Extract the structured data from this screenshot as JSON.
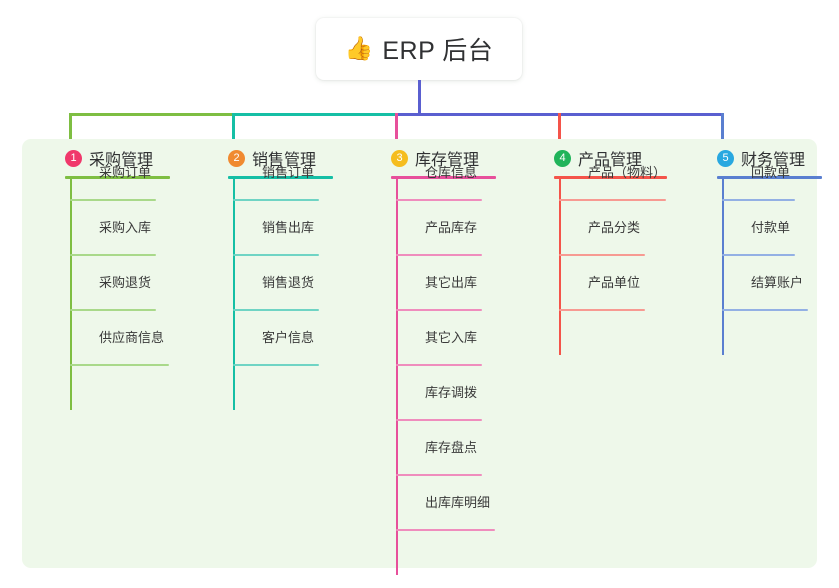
{
  "root": {
    "icon": "thumbs-up-icon",
    "emoji": "👍",
    "title": "ERP 后台"
  },
  "palette": {
    "canvas": "#ffffff",
    "panel": "#eef8ea",
    "text": "#303133",
    "root_stem": "#5a5fd0",
    "trunk_green": "#7ebe42",
    "trunk_teal": "#15bfa5",
    "trunk_blue": "#5a5fd0"
  },
  "columns": [
    {
      "index": "1",
      "title": "采购管理",
      "badge_color": "#f0386b",
      "line_color": "#7ebe42",
      "rule_color": "#a9d98a",
      "head_rule_width": 105,
      "items": [
        {
          "label": "采购订单",
          "rule_width": 86
        },
        {
          "label": "采购入库",
          "rule_width": 86
        },
        {
          "label": "采购退货",
          "rule_width": 86
        },
        {
          "label": "供应商信息",
          "rule_width": 99
        }
      ]
    },
    {
      "index": "2",
      "title": "销售管理",
      "badge_color": "#f08a30",
      "line_color": "#15bfa5",
      "rule_color": "#6fd4c4",
      "head_rule_width": 105,
      "items": [
        {
          "label": "销售订单",
          "rule_width": 86
        },
        {
          "label": "销售出库",
          "rule_width": 86
        },
        {
          "label": "销售退货",
          "rule_width": 86
        },
        {
          "label": "客户信息",
          "rule_width": 86
        }
      ]
    },
    {
      "index": "3",
      "title": "库存管理",
      "badge_color": "#f5bd1f",
      "line_color": "#e7509b",
      "rule_color": "#ef8dbd",
      "head_rule_width": 105,
      "items": [
        {
          "label": "仓库信息",
          "rule_width": 86
        },
        {
          "label": "产品库存",
          "rule_width": 86
        },
        {
          "label": "其它出库",
          "rule_width": 86
        },
        {
          "label": "其它入库",
          "rule_width": 86
        },
        {
          "label": "库存调拨",
          "rule_width": 86
        },
        {
          "label": "库存盘点",
          "rule_width": 86
        },
        {
          "label": "出库库明细",
          "rule_width": 99
        }
      ]
    },
    {
      "index": "4",
      "title": "产品管理",
      "badge_color": "#20b45a",
      "line_color": "#f4544a",
      "rule_color": "#f79a92",
      "head_rule_width": 113,
      "items": [
        {
          "label": "产品（物料）",
          "rule_width": 107
        },
        {
          "label": "产品分类",
          "rule_width": 86
        },
        {
          "label": "产品单位",
          "rule_width": 86
        }
      ]
    },
    {
      "index": "5",
      "title": "财务管理",
      "badge_color": "#29a8e0",
      "line_color": "#5a7fd0",
      "rule_color": "#93b0e4",
      "head_rule_width": 105,
      "items": [
        {
          "label": "回款单",
          "rule_width": 73
        },
        {
          "label": "付款单",
          "rule_width": 73
        },
        {
          "label": "结算账户",
          "rule_width": 86
        }
      ]
    }
  ]
}
